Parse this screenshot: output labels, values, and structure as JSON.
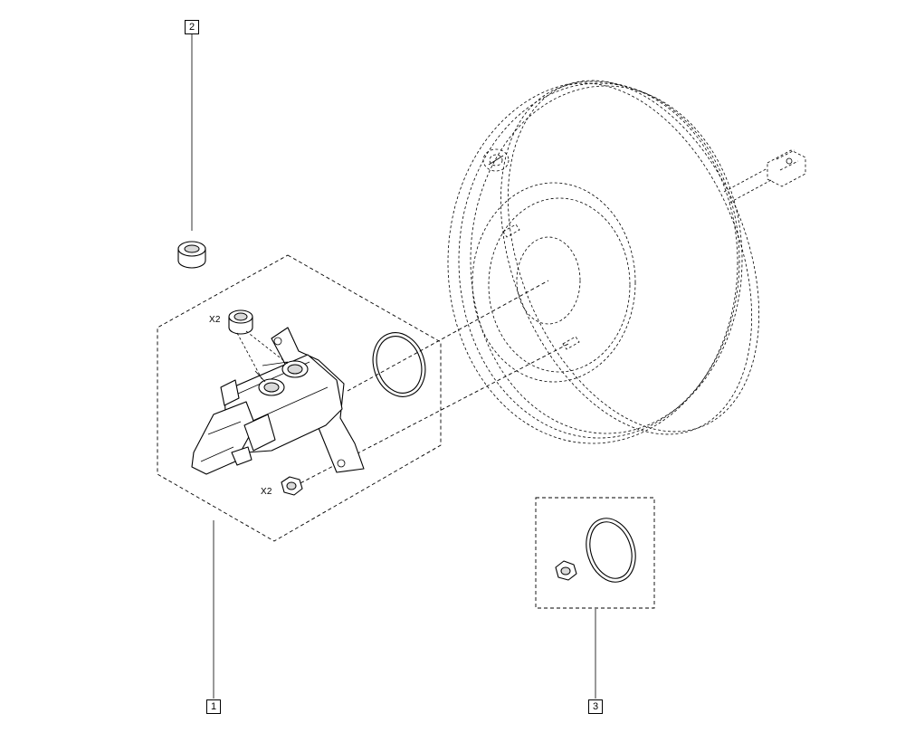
{
  "callouts": {
    "master_cylinder": "1",
    "reservoir_seal": "2",
    "repair_kit": "3"
  },
  "quantities": {
    "seal_qty": "X2",
    "nut_qty": "X2"
  }
}
